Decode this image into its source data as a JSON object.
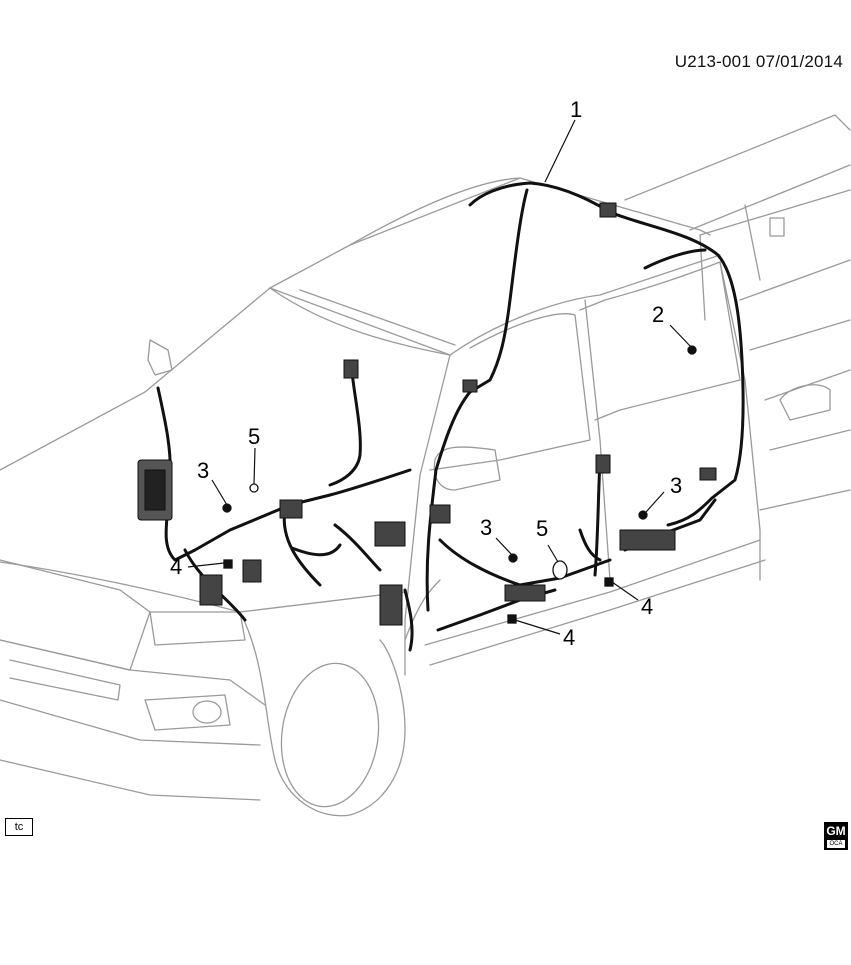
{
  "header": {
    "doc_code": "U213-001  07/01/2014"
  },
  "callouts": [
    {
      "id": "1",
      "text": "1"
    },
    {
      "id": "2",
      "text": "2"
    },
    {
      "id": "3",
      "text": "3"
    },
    {
      "id": "4",
      "text": "4"
    },
    {
      "id": "5",
      "text": "5"
    }
  ],
  "footer": {
    "tc_label": "tc",
    "brand_text": "GM",
    "brand_subtext": "OCA"
  },
  "colors": {
    "line": "#111111",
    "light_line": "#9a9a9a",
    "background": "#ffffff"
  }
}
